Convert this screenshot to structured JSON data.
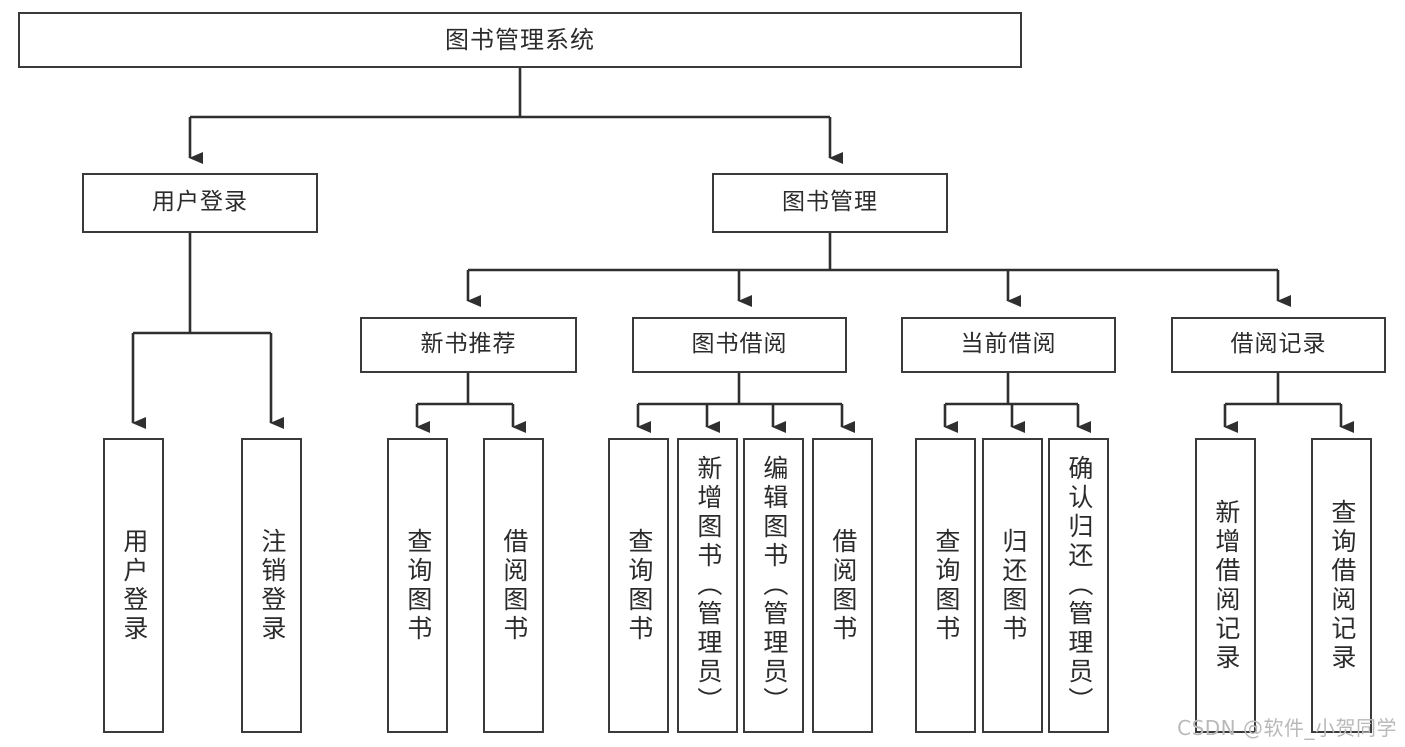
{
  "diagram": {
    "title": "图书管理系统",
    "type": "tree-hierarchy-chart",
    "colors": {
      "box_border": "#3a3a3a",
      "box_fill": "#ffffff",
      "connector": "#2f2f2f",
      "text": "#2b2b2b",
      "watermark": "#b9b9b9"
    }
  },
  "root": {
    "label": "图书管理系统"
  },
  "level2": [
    {
      "id": "user-login",
      "label": "用户登录"
    },
    {
      "id": "book-management",
      "label": "图书管理"
    }
  ],
  "level3": [
    {
      "id": "new-book-recommend",
      "label": "新书推荐",
      "parent": "book-management"
    },
    {
      "id": "book-borrow",
      "label": "图书借阅",
      "parent": "book-management"
    },
    {
      "id": "current-borrow",
      "label": "当前借阅",
      "parent": "book-management"
    },
    {
      "id": "borrow-record",
      "label": "借阅记录",
      "parent": "book-management"
    }
  ],
  "leaves": {
    "user_login": [
      {
        "id": "leaf-user-login",
        "label": "用户登录"
      },
      {
        "id": "leaf-user-logout",
        "label": "注销登录"
      }
    ],
    "new_book_recommend": [
      {
        "id": "leaf-query-book-1",
        "label": "查询图书"
      },
      {
        "id": "leaf-borrow-book-1",
        "label": "借阅图书"
      }
    ],
    "book_borrow": [
      {
        "id": "leaf-query-book-2",
        "label": "查询图书"
      },
      {
        "id": "leaf-add-book",
        "label": "新增图书（管理员）"
      },
      {
        "id": "leaf-edit-book",
        "label": "编辑图书（管理员）"
      },
      {
        "id": "leaf-borrow-book-2",
        "label": "借阅图书"
      }
    ],
    "current_borrow": [
      {
        "id": "leaf-query-book-3",
        "label": "查询图书"
      },
      {
        "id": "leaf-return-book",
        "label": "归还图书"
      },
      {
        "id": "leaf-confirm-return",
        "label": "确认归还（管理员）"
      }
    ],
    "borrow_record": [
      {
        "id": "leaf-add-record",
        "label": "新增借阅记录"
      },
      {
        "id": "leaf-query-record",
        "label": "查询借阅记录"
      }
    ]
  },
  "watermark": {
    "text": "CSDN @软件_小贺同学"
  }
}
